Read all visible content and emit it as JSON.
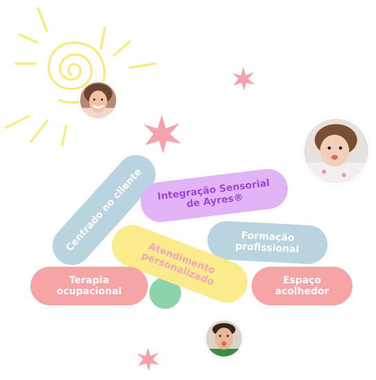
{
  "pills": {
    "centrado": {
      "line1": "Centrado no cliente",
      "color": "#b9d4df",
      "text_color": "#ffffff"
    },
    "integracao": {
      "line1": "Integração Sensorial",
      "line2": "de Ayres®",
      "color": "#e2b4f5",
      "text_color": "#a145d6"
    },
    "formacao": {
      "line1": "Formação",
      "line2": "profissional",
      "color": "#b9d4df",
      "text_color": "#ffffff"
    },
    "atendimento": {
      "line1": "Atendimento",
      "line2": "personalizado",
      "color": "#faeb8c",
      "text_color": "#f5a5b8"
    },
    "terapia": {
      "line1": "Terapia",
      "line2": "ocupacional",
      "color": "#f6a4a6",
      "text_color": "#ffffff"
    },
    "espaco": {
      "line1": "Espaço",
      "line2": "acolhedor",
      "color": "#f6a4a6",
      "text_color": "#ffffff"
    }
  },
  "decor": {
    "sun_color": "#f7ea7a",
    "star_color": "#f4a3ad",
    "dot_color": "#8fd3ad"
  },
  "photos": {
    "girl": "smiling-girl-photo",
    "toddler": "toddler-photo",
    "boy": "boy-tongue-out-photo"
  }
}
